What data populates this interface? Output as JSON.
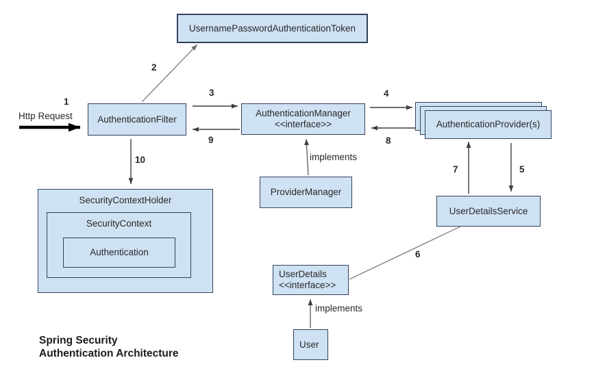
{
  "colors": {
    "box_fill": "#cfe2f3",
    "box_border": "#32405a",
    "line_dark": "#3d3d3d",
    "line_gray": "#6e6e6e",
    "arrow_black": "#000000",
    "text": "#272727",
    "title_text": "#1a1a1a"
  },
  "title": {
    "line1": "Spring Security",
    "line2": "Authentication Architecture"
  },
  "nodes": {
    "token": {
      "label": "UsernamePasswordAuthenticationToken"
    },
    "filter": {
      "label": "AuthenticationFilter"
    },
    "manager": {
      "label": "AuthenticationManager",
      "stereotype": "<<interface>>"
    },
    "providers": {
      "label": "AuthenticationProvider(s)"
    },
    "provider_manager": {
      "label": "ProviderManager"
    },
    "user_details_service": {
      "label": "UserDetailsService"
    },
    "security_context_holder": {
      "label": "SecurityContextHolder"
    },
    "security_context": {
      "label": "SecurityContext"
    },
    "authentication": {
      "label": "Authentication"
    },
    "user_details": {
      "label": "UserDetails",
      "stereotype": "<<interface>>"
    },
    "user": {
      "label": "User"
    }
  },
  "labels": {
    "http_request": "Http Request",
    "implements_provider_manager": "implements",
    "implements_user": "implements",
    "step1": "1",
    "step2": "2",
    "step3": "3",
    "step4": "4",
    "step5": "5",
    "step6": "6",
    "step7": "7",
    "step8": "8",
    "step9": "9",
    "step10": "10"
  }
}
